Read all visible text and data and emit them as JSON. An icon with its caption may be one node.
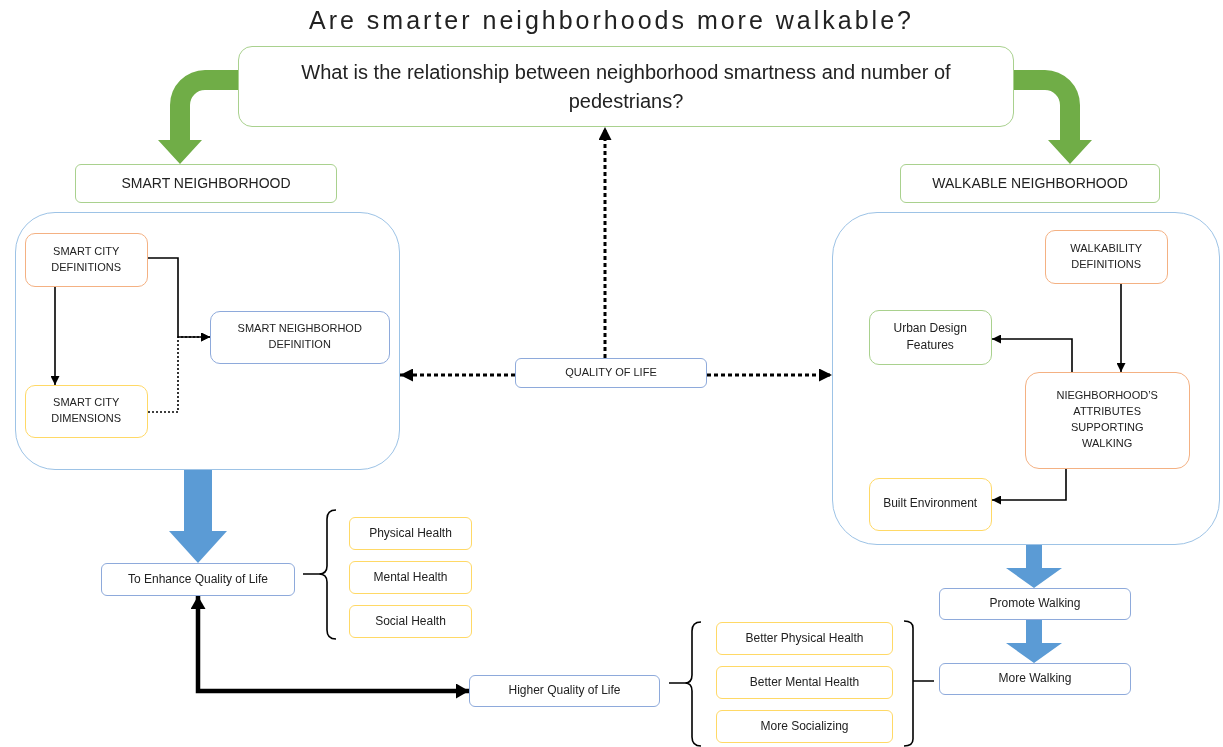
{
  "diagram": {
    "title": "Are smarter neighborhoods more walkable?",
    "nodes": [
      {
        "text": [
          "What is the relationship between neighborhood smartness and number of pedestrians?"
        ]
      },
      {
        "text": [
          "SMART NEIGHBORHOOD"
        ]
      },
      {
        "text": [
          "WALKABLE NEIGHBORHOOD"
        ]
      },
      {
        "text": [],
        "shape": "box"
      },
      {
        "text": [
          "SMART CITY DEFINITIONS"
        ],
        "in": 3
      },
      {
        "text": [
          "SMART NEIGHBORHOD DEFINITION"
        ],
        "in": 3
      },
      {
        "text": [
          "SMART CITY DIMENSIONS"
        ],
        "in": 3
      },
      {
        "text": [],
        "shape": "box"
      },
      {
        "text": [
          "WALKABILITY DEFINITIONS"
        ],
        "in": 7
      },
      {
        "text": [
          "Urban Design Features"
        ],
        "in": 7
      },
      {
        "text": [
          "NIEGHBORHOOD’S ATTRIBUTES SUPPORTING WALKING"
        ],
        "in": 7
      },
      {
        "text": [
          "Built Environment"
        ],
        "in": 7
      },
      {
        "text": [
          "QUALITY OF LIFE"
        ]
      },
      {
        "text": [
          "To Enhance Quality of Life"
        ]
      },
      {
        "text": [
          "Physical Health"
        ]
      },
      {
        "text": [
          "Mental Health"
        ]
      },
      {
        "text": [
          "Social Health"
        ]
      },
      {
        "text": [
          "Higher Quality of Life"
        ]
      },
      {
        "text": [
          "Better Physical Health"
        ]
      },
      {
        "text": [
          "Better Mental Health"
        ]
      },
      {
        "text": [
          "More Socializing"
        ]
      },
      {
        "text": [
          "Promote Walking"
        ]
      },
      {
        "text": [
          "More Walking"
        ]
      }
    ],
    "edges": [
      {
        "from": 0,
        "to": 1,
        "arrow": "to",
        "style": "thick",
        "color": "#70ad47"
      },
      {
        "from": 0,
        "to": 2,
        "arrow": "to",
        "style": "thick",
        "color": "#70ad47"
      },
      {
        "from": 12,
        "to": 0,
        "arrow": "to",
        "style": "dashed"
      },
      {
        "from": 12,
        "to": 3,
        "arrow": "to",
        "style": "dashed"
      },
      {
        "from": 12,
        "to": 7,
        "arrow": "to",
        "style": "dashed"
      },
      {
        "from": 4,
        "to": 6,
        "arrow": "to"
      },
      {
        "from": 4,
        "to": 5,
        "arrow": "to"
      },
      {
        "from": 6,
        "to": 5,
        "arrow": "to",
        "style": "dashed"
      },
      {
        "from": 8,
        "to": 10,
        "arrow": "to"
      },
      {
        "from": 10,
        "to": 9,
        "arrow": "to"
      },
      {
        "from": 10,
        "to": 11,
        "arrow": "to"
      },
      {
        "from": 3,
        "to": 13,
        "arrow": "to",
        "style": "thick",
        "color": "#5b9bd5"
      },
      {
        "from": 7,
        "to": 21,
        "arrow": "to",
        "style": "thick",
        "color": "#5b9bd5"
      },
      {
        "from": 21,
        "to": 22,
        "arrow": "to",
        "style": "thick",
        "color": "#5b9bd5"
      },
      {
        "from": 13,
        "to": 17,
        "arrow": "both",
        "style": "thick"
      }
    ]
  }
}
